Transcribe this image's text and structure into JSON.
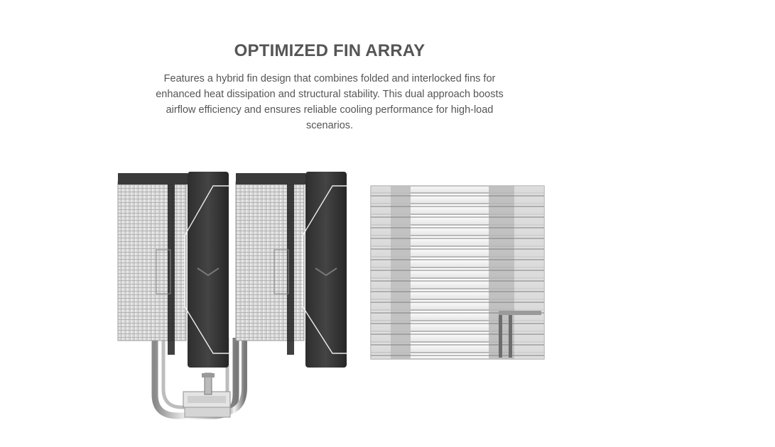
{
  "section": {
    "title": "OPTIMIZED FIN ARRAY",
    "description": "Features a hybrid fin design that combines folded and interlocked fins for enhanced heat dissipation and structural stability. This dual approach boosts airflow efficiency and ensures reliable cooling performance for high-load scenarios.",
    "images": [
      {
        "name": "cpu-cooler-illustration",
        "subject": "dual-tower CPU air cooler with heatpipes"
      },
      {
        "name": "fin-array-closeup",
        "subject": "close-up of folded and interlocked fin stack"
      }
    ]
  }
}
